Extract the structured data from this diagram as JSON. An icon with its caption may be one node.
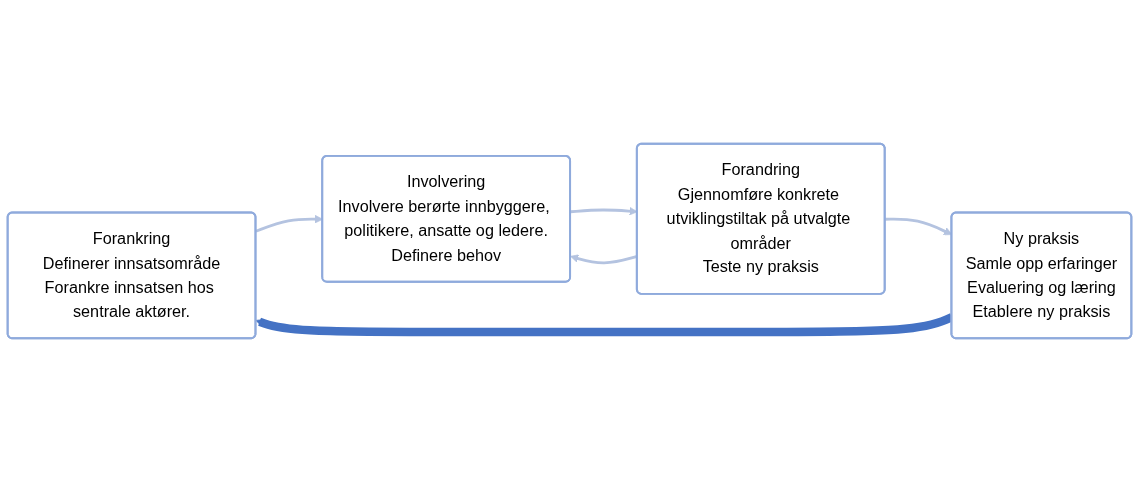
{
  "diagram": {
    "nodes": [
      {
        "text": [
          "Forankring",
          "Definerer innsatsområde",
          "Forankre innsatsen hos sentrale aktører."
        ]
      },
      {
        "text": [
          "Involvering",
          "Involvere berørte innbyggere, politikere, ansatte og ledere.",
          "Definere behov"
        ]
      },
      {
        "text": [
          "Forandring",
          "Gjennomføre konkrete utviklingstiltak på utvalgte områder",
          "Teste ny praksis"
        ]
      },
      {
        "text": [
          "Ny praksis",
          "Samle opp erfaringer",
          "Evaluering og læring",
          "Etablere ny praksis"
        ]
      }
    ],
    "edges": [
      {
        "from": 0,
        "to": 1,
        "arrow": "to"
      },
      {
        "from": 1,
        "to": 2,
        "arrow": "to"
      },
      {
        "from": 2,
        "to": 1,
        "arrow": "to"
      },
      {
        "from": 2,
        "to": 3,
        "arrow": "to"
      },
      {
        "from": 3,
        "to": 0,
        "arrow": "to",
        "style": "thick",
        "color": "#4472c4"
      }
    ]
  }
}
